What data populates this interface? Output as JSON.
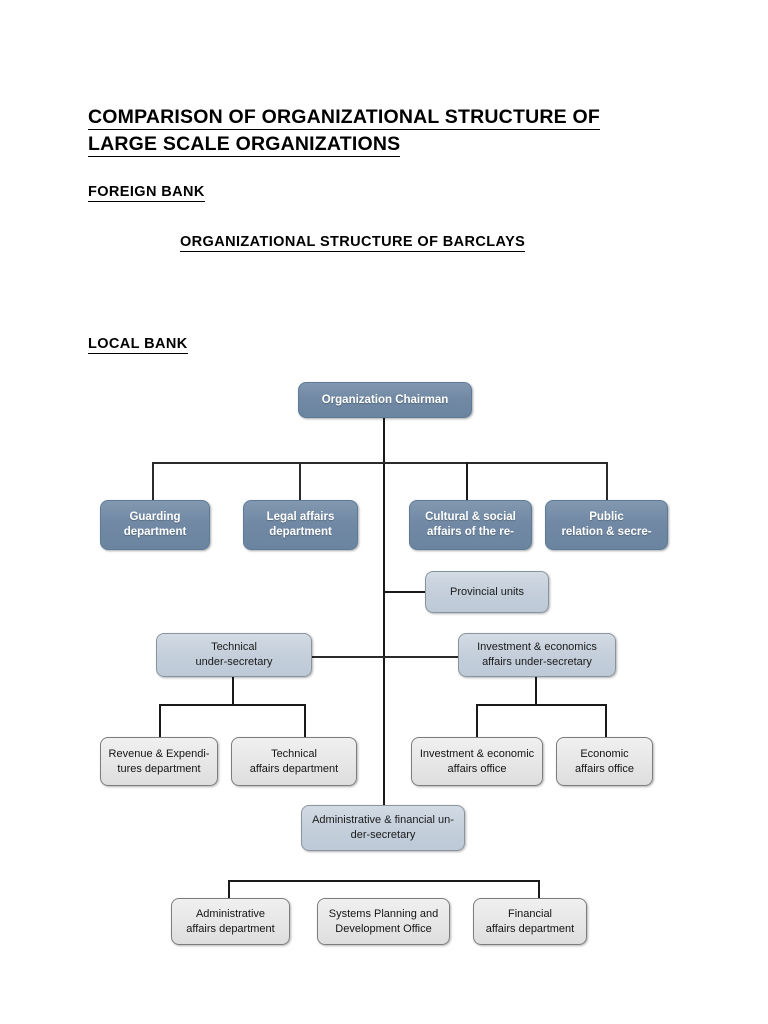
{
  "document": {
    "title_line1": "COMPARISON OF ORGANIZATIONAL STRUCTURE OF",
    "title_line2": "LARGE SCALE ORGANIZATIONS",
    "section_foreign_bank": "FOREIGN BANK",
    "section_barclays": "ORGANIZATIONAL STRUCTURE OF BARCLAYS",
    "section_local_bank": "LOCAL BANK"
  },
  "colors": {
    "blue_node": "#7189a4",
    "bluegray_node": "#c4cfdb",
    "gray_node": "#e6e6e6",
    "line": "#1a1a1a",
    "text_light": "#ffffff",
    "text_dark": "#141414"
  },
  "chart_data": {
    "type": "diagram",
    "diagram_kind": "organization-chart",
    "title": "ORGANIZATIONAL STRUCTURE OF BARCLAYS",
    "nodes": [
      {
        "id": "chairman",
        "label": "Organization Chairman",
        "level": 0,
        "style": "blue"
      },
      {
        "id": "guarding",
        "label": "Guarding\ndepartment",
        "level": 1,
        "style": "blue"
      },
      {
        "id": "legal",
        "label": "Legal affairs\ndepartment",
        "level": 1,
        "style": "blue"
      },
      {
        "id": "cultural",
        "label": "Cultural & social\naffairs of the re-",
        "level": 1,
        "style": "blue"
      },
      {
        "id": "public",
        "label": "Public\nrelation & secre-",
        "level": 1,
        "style": "blue"
      },
      {
        "id": "provincial",
        "label": "Provincial units",
        "level": 2,
        "style": "bluegray"
      },
      {
        "id": "technical-us",
        "label": "Technical\nunder-secretary",
        "level": 3,
        "style": "bluegray"
      },
      {
        "id": "investment-us",
        "label": "Investment & economics\naffairs under-secretary",
        "level": 3,
        "style": "bluegray"
      },
      {
        "id": "revenue-dept",
        "label": "Revenue & Expendi-\ntures department",
        "level": 4,
        "style": "gray"
      },
      {
        "id": "technical-dept",
        "label": "Technical\naffairs department",
        "level": 4,
        "style": "gray"
      },
      {
        "id": "invest-office",
        "label": "Investment & economic\naffairs office",
        "level": 4,
        "style": "gray"
      },
      {
        "id": "economic-office",
        "label": "Economic\naffairs office",
        "level": 4,
        "style": "gray"
      },
      {
        "id": "admin-us",
        "label": "Administrative & financial un-\nder-secretary",
        "level": 5,
        "style": "bluegray"
      },
      {
        "id": "admin-dept",
        "label": "Administrative\naffairs department",
        "level": 6,
        "style": "gray"
      },
      {
        "id": "systems-office",
        "label": "Systems Planning and\nDevelopment Office",
        "level": 6,
        "style": "gray"
      },
      {
        "id": "financial-dept",
        "label": "Financial\naffairs department",
        "level": 6,
        "style": "gray"
      }
    ],
    "edges": [
      {
        "from": "chairman",
        "to": "guarding"
      },
      {
        "from": "chairman",
        "to": "legal"
      },
      {
        "from": "chairman",
        "to": "cultural"
      },
      {
        "from": "chairman",
        "to": "public"
      },
      {
        "from": "chairman",
        "to": "provincial"
      },
      {
        "from": "chairman",
        "to": "technical-us"
      },
      {
        "from": "chairman",
        "to": "investment-us"
      },
      {
        "from": "chairman",
        "to": "admin-us"
      },
      {
        "from": "technical-us",
        "to": "revenue-dept"
      },
      {
        "from": "technical-us",
        "to": "technical-dept"
      },
      {
        "from": "investment-us",
        "to": "invest-office"
      },
      {
        "from": "investment-us",
        "to": "economic-office"
      },
      {
        "from": "admin-us",
        "to": "admin-dept"
      },
      {
        "from": "admin-us",
        "to": "systems-office"
      },
      {
        "from": "admin-us",
        "to": "financial-dept"
      }
    ]
  }
}
